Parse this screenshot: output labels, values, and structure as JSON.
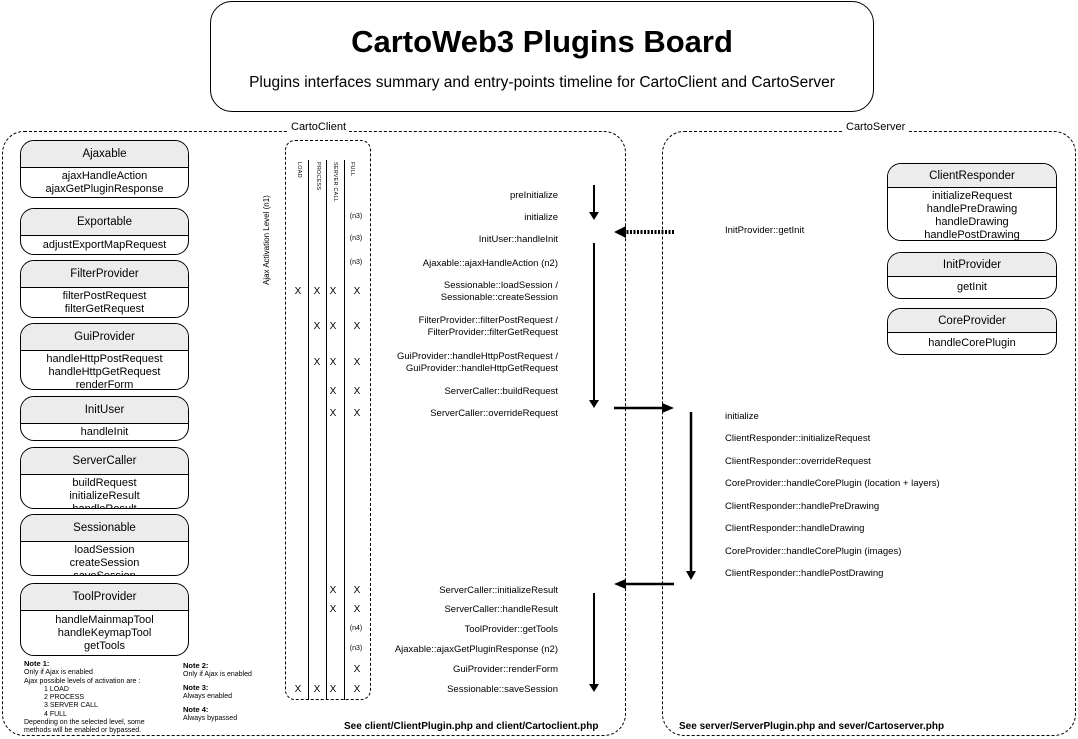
{
  "title": "CartoWeb3 Plugins Board",
  "subtitle": "Plugins interfaces summary and entry-points timeline for CartoClient and CartoServer",
  "client": {
    "label": "CartoClient",
    "plugins": [
      {
        "name": "Ajaxable",
        "methods": [
          "ajaxHandleAction",
          "ajaxGetPluginResponse"
        ]
      },
      {
        "name": "Exportable",
        "methods": [
          "adjustExportMapRequest"
        ]
      },
      {
        "name": "FilterProvider",
        "methods": [
          "filterPostRequest",
          "filterGetRequest"
        ]
      },
      {
        "name": "GuiProvider",
        "methods": [
          "handleHttpPostRequest",
          "handleHttpGetRequest",
          "renderForm"
        ]
      },
      {
        "name": "InitUser",
        "methods": [
          "handleInit"
        ]
      },
      {
        "name": "ServerCaller",
        "methods": [
          "buildRequest",
          "initializeResult",
          "handleResult"
        ]
      },
      {
        "name": "Sessionable",
        "methods": [
          "loadSession",
          "createSession",
          "saveSession"
        ]
      },
      {
        "name": "ToolProvider",
        "methods": [
          "handleMainmapTool",
          "handleKeymapTool",
          "getTools"
        ]
      }
    ],
    "levels": [
      "LOAD",
      "PROCESS",
      "SERVER CALL",
      "FULL"
    ],
    "axis_label": "Ajax Activation Level (n1)",
    "entry_points_before": [
      {
        "label": "preInitialize",
        "marks": [],
        "note": ""
      },
      {
        "label": "initialize",
        "marks": [],
        "note": "(n3)"
      },
      {
        "label": "InitUser::handleInit",
        "marks": [],
        "note": "(n3)"
      },
      {
        "label": "Ajaxable::ajaxHandleAction (n2)",
        "marks": [],
        "note": "(n3)"
      },
      {
        "label": "Sessionable::loadSession / Sessionable::createSession",
        "marks": [
          "X",
          "X",
          "X",
          "X"
        ],
        "note": ""
      },
      {
        "label": "FilterProvider::filterPostRequest / FilterProvider::filterGetRequest",
        "marks": [
          "",
          "X",
          "X",
          "X"
        ],
        "note": ""
      },
      {
        "label": "GuiProvider::handleHttpPostRequest / GuiProvider::handleHttpGetRequest",
        "marks": [
          "",
          "X",
          "X",
          "X"
        ],
        "note": ""
      },
      {
        "label": "ServerCaller::buildRequest",
        "marks": [
          "",
          "",
          "X",
          "X"
        ],
        "note": ""
      },
      {
        "label": "ServerCaller::overrideRequest",
        "marks": [
          "",
          "",
          "X",
          "X"
        ],
        "note": ""
      }
    ],
    "entry_points_after": [
      {
        "label": "ServerCaller::initializeResult",
        "marks": [
          "",
          "",
          "X",
          "X"
        ],
        "note": ""
      },
      {
        "label": "ServerCaller::handleResult",
        "marks": [
          "",
          "",
          "X",
          "X"
        ],
        "note": ""
      },
      {
        "label": "ToolProvider::getTools",
        "marks": [],
        "note": "(n4)"
      },
      {
        "label": "Ajaxable::ajaxGetPluginResponse (n2)",
        "marks": [],
        "note": "(n3)"
      },
      {
        "label": "GuiProvider::renderForm",
        "marks": [
          "",
          "",
          "",
          "X"
        ],
        "note": ""
      },
      {
        "label": "Sessionable::saveSession",
        "marks": [
          "X",
          "X",
          "X",
          "X"
        ],
        "note": ""
      }
    ],
    "notes": {
      "note1_title": "Note 1:",
      "note1_lines": [
        "Only if Ajax is enabled",
        "Ajax possible levels of activation are :",
        "1 LOAD",
        "2 PROCESS",
        "3 SERVER CALL",
        "4 FULL",
        "Depending on the selected level, some",
        "methods will be enabled or bypassed."
      ],
      "note2_title": "Note 2:",
      "note2_text": "Only if Ajax is enabled",
      "note3_title": "Note 3:",
      "note3_text": "Always enabled",
      "note4_title": "Note 4:",
      "note4_text": "Always bypassed"
    },
    "footer": "See client/ClientPlugin.php and client/Cartoclient.php"
  },
  "server": {
    "label": "CartoServer",
    "plugins": [
      {
        "name": "ClientResponder",
        "methods": [
          "initializeRequest",
          "handlePreDrawing",
          "handleDrawing",
          "handlePostDrawing"
        ]
      },
      {
        "name": "InitProvider",
        "methods": [
          "getInit"
        ]
      },
      {
        "name": "CoreProvider",
        "methods": [
          "handleCorePlugin"
        ]
      }
    ],
    "init_call": "InitProvider::getInit",
    "entry_points": [
      "initialize",
      "ClientResponder::initializeRequest",
      "ClientResponder::overrideRequest",
      "CoreProvider::handleCorePlugin (location + layers)",
      "ClientResponder::handlePreDrawing",
      "ClientResponder::handleDrawing",
      "CoreProvider::handleCorePlugin (images)",
      "ClientResponder::handlePostDrawing"
    ],
    "footer": "See server/ServerPlugin.php and sever/Cartoserver.php"
  }
}
